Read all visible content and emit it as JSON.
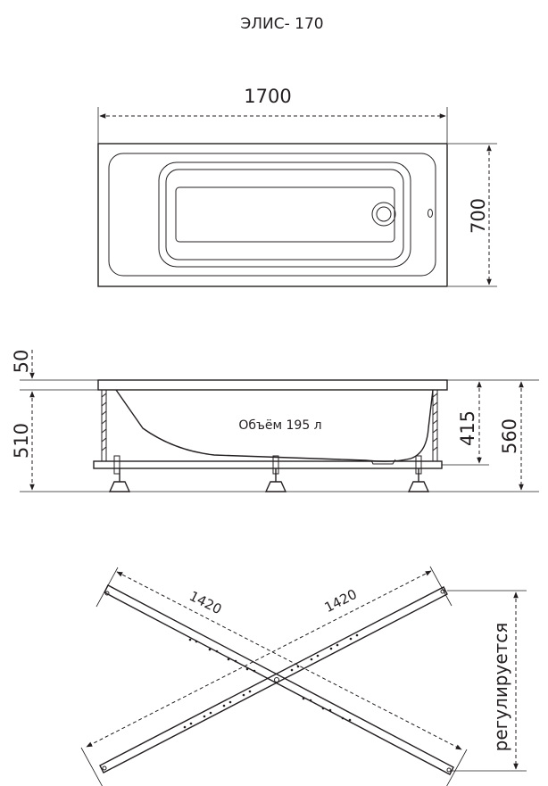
{
  "title": "ЭЛИС- 170",
  "top_view": {
    "length_label": "1700",
    "width_label": "700"
  },
  "side_view": {
    "rim_label": "50",
    "front_height_label": "510",
    "inner_depth_label": "415",
    "total_height_label": "560",
    "volume_label": "Объём 195 л"
  },
  "frame_view": {
    "diag1_label": "1420",
    "diag2_label": "1420",
    "adjustable_label": "регулируется"
  },
  "colors": {
    "line": "#231f20",
    "background": "#ffffff"
  }
}
